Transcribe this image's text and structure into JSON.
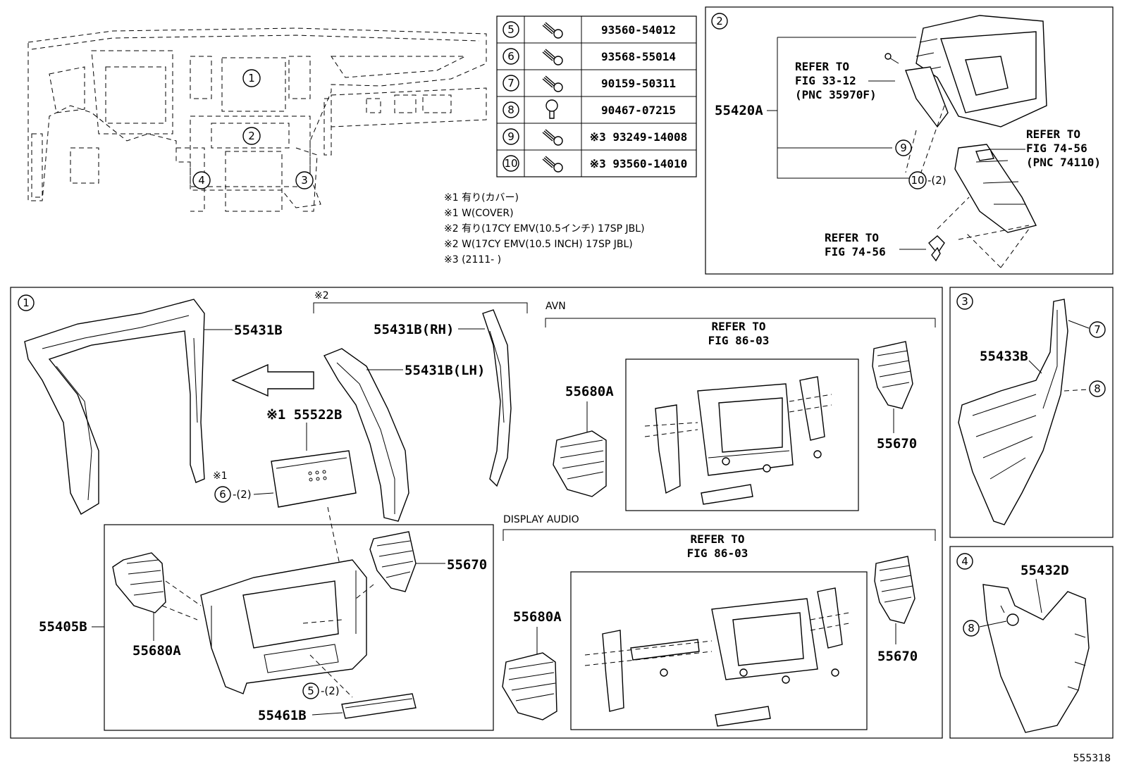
{
  "fig_number": "555318",
  "fastener_table": [
    {
      "no": "5",
      "part": "93560-54012"
    },
    {
      "no": "6",
      "part": "93568-55014"
    },
    {
      "no": "7",
      "part": "90159-50311"
    },
    {
      "no": "8",
      "part": "90467-07215"
    },
    {
      "no": "9",
      "part": "※3 93249-14008"
    },
    {
      "no": "10",
      "part": "※3 93560-14010"
    }
  ],
  "notes": [
    "※1 有り(カバー)",
    "※1 W(COVER)",
    "※2 有り(17CY EMV(10.5インチ) 17SP JBL)",
    "※2 W(17CY EMV(10.5 INCH) 17SP JBL)",
    "※3 (2111-     )"
  ],
  "overview_callouts": [
    "1",
    "2",
    "3",
    "4"
  ],
  "panel2": {
    "num": "2",
    "part": "55420A",
    "refer1": [
      "REFER TO",
      "FIG 33-12",
      "(PNC 35970F)"
    ],
    "refer2": [
      "REFER TO",
      "FIG 74-56",
      "(PNC 74110)"
    ],
    "refer3": [
      "REFER TO",
      "FIG 74-56"
    ],
    "c9": "9",
    "c10": "10",
    "qty10": "-(2)"
  },
  "panel1": {
    "num": "1",
    "mark2": "※2",
    "p55431B": "55431B",
    "p55431B_rh": "55431B(RH)",
    "p55431B_lh": "55431B(LH)",
    "p55522B": "※1 55522B",
    "mark1": "※1",
    "c6": "6",
    "qty6": "-(2)",
    "p55405B": "55405B",
    "p55680A": "55680A",
    "p55670": "55670",
    "c5": "5",
    "qty5": "-(2)",
    "p55461B": "55461B"
  },
  "avn": {
    "label": "AVN",
    "refer": [
      "REFER TO",
      "FIG 86-03"
    ],
    "p55680A": "55680A",
    "p55670": "55670"
  },
  "display_audio": {
    "label": "DISPLAY AUDIO",
    "refer": [
      "REFER TO",
      "FIG 86-03"
    ],
    "p55680A": "55680A",
    "p55670": "55670"
  },
  "panel3": {
    "num": "3",
    "part": "55433B",
    "c7": "7",
    "c8": "8"
  },
  "panel4": {
    "num": "4",
    "part": "55432D",
    "c8": "8"
  }
}
